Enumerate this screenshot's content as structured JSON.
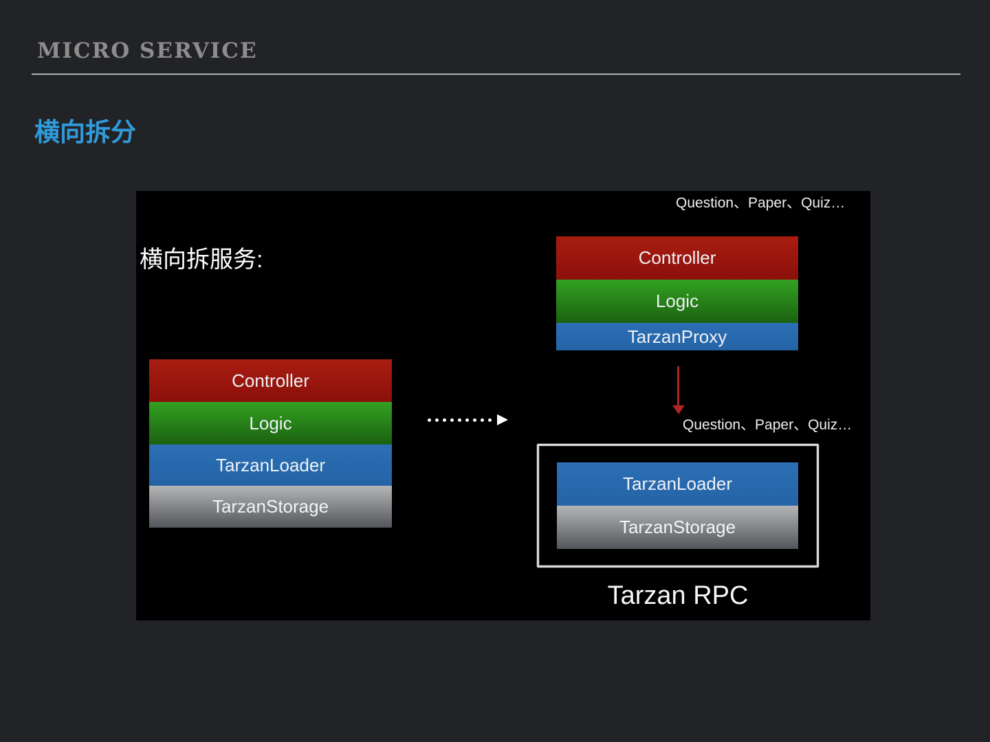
{
  "header": {
    "title": "MICRO SERVICE"
  },
  "subtitle": "横向拆分",
  "diagram": {
    "caption_top": "Question、Paper、Quiz…",
    "label_left": "横向拆服务:",
    "caption_mid": "Question、Paper、Quiz…",
    "bottom_label": "Tarzan RPC",
    "left_stack": [
      {
        "label": "Controller",
        "color": "#9b150d"
      },
      {
        "label": "Logic",
        "color": "#2e9320"
      },
      {
        "label": "TarzanLoader",
        "color": "#2766ae"
      },
      {
        "label": "TarzanStorage",
        "color": "#9a9b9d"
      }
    ],
    "right_stack": [
      {
        "label": "Controller",
        "color": "#9b150d"
      },
      {
        "label": "Logic",
        "color": "#2e9320"
      },
      {
        "label": "TarzanProxy",
        "color": "#2766ae"
      }
    ],
    "rpc_stack": [
      {
        "label": "TarzanLoader",
        "color": "#2766ae"
      },
      {
        "label": "TarzanStorage",
        "color": "#9a9b9d"
      }
    ],
    "colors": {
      "panel_bg": "#000000",
      "slide_bg": "#222326",
      "accent_blue": "#2f9bdb",
      "title_gray": "#8d8d8d",
      "arrow_red": "#b02421",
      "sketch_border": "#dadada"
    }
  }
}
